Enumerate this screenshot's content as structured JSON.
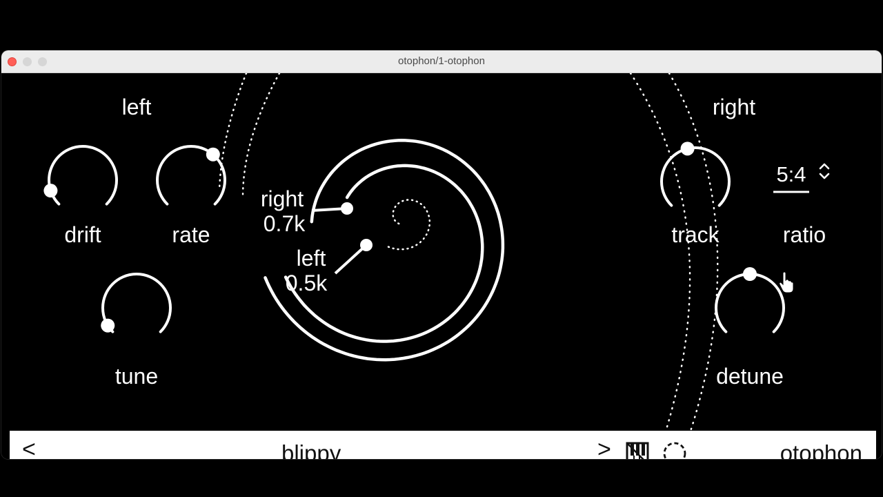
{
  "window": {
    "title": "otophon/1-otophon"
  },
  "sections": {
    "left": "left",
    "right": "right"
  },
  "knobs": {
    "drift": {
      "label": "drift",
      "value": 0.1
    },
    "rate": {
      "label": "rate",
      "value": 0.65
    },
    "tune": {
      "label": "tune",
      "value": 0.05
    },
    "track": {
      "label": "track",
      "value": 0.45
    },
    "detune": {
      "label": "detune",
      "value": 0.5
    }
  },
  "ratio": {
    "value": "5:4",
    "label": "ratio"
  },
  "spiral": {
    "right_marker": {
      "label": "right",
      "value": "0.7k"
    },
    "left_marker": {
      "label": "left",
      "value": "0.5k"
    }
  },
  "bottom_bar": {
    "prev": "<",
    "preset": "blippy",
    "next": ">",
    "brand": "otophon"
  },
  "icons": [
    "piano-icon",
    "ring-icon",
    "up-down-icon",
    "hand-cursor-icon"
  ]
}
